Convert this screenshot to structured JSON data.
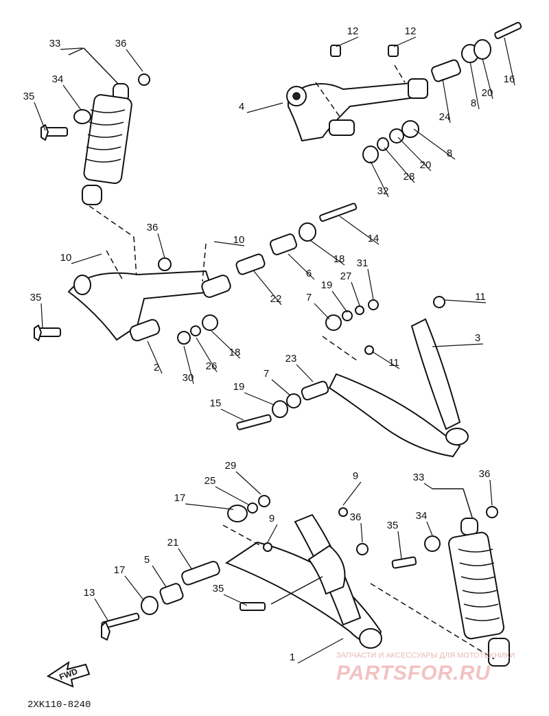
{
  "callouts": [
    "33",
    "36",
    "34",
    "35",
    "12",
    "12",
    "16",
    "4",
    "24",
    "8",
    "20",
    "8",
    "20",
    "28",
    "32",
    "36",
    "10",
    "35",
    "10",
    "14",
    "18",
    "6",
    "22",
    "31",
    "27",
    "19",
    "7",
    "11",
    "3",
    "11",
    "30",
    "26",
    "18",
    "2",
    "23",
    "7",
    "19",
    "15",
    "29",
    "25",
    "9",
    "17",
    "9",
    "36",
    "33",
    "36",
    "34",
    "35",
    "21",
    "5",
    "17",
    "13",
    "35",
    "1"
  ],
  "diagram_code": "2XK110-8240",
  "fwd_label": "FWD",
  "watermark_top": "ЗАПЧАСТИ И АКСЕССУАРЫ ДЛЯ МОТОТЕХНИКИ",
  "watermark_brand": "PARTSFOR.RU"
}
